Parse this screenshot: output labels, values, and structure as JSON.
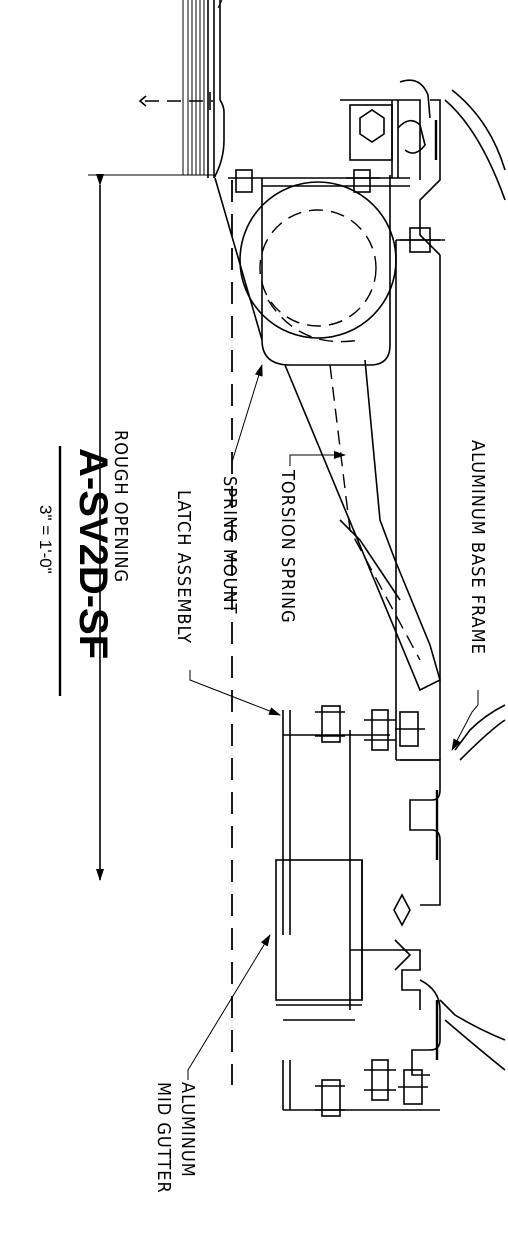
{
  "title": "A-SV2D-SF",
  "scale": "3\" = 1'-0\"",
  "labels": {
    "aluminum_base_frame": "ALUMINUM BASE FRAME",
    "torsion_spring": "TORSION SPRING",
    "spring_mount": "SPRING MOUNT",
    "latch_assembly": "LATCH ASSEMBLY",
    "rough_opening": "ROUGH OPENING",
    "mid_gutter_line1": "ALUMINUM",
    "mid_gutter_line2": "MID GUTTER"
  }
}
